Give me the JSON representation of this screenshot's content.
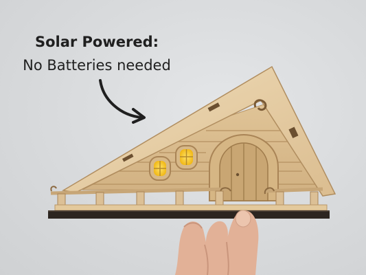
{
  "caption": {
    "title": "Solar Powered:",
    "subtitle": "No Batteries needed"
  },
  "palette": {
    "wall": "#d8dadc",
    "wood_light": "#ead3ab",
    "wood_mid": "#dcc096",
    "wood_dark": "#b99667",
    "base": "#2c2520",
    "window_glow": "#f5c215",
    "skin": "#e2b197",
    "text": "#1f1f1f"
  },
  "scene": {
    "subject": "laser-cut wooden fairy house with solar-lit windows held in a hand",
    "icons": [
      "curved-arrow-icon",
      "round-window-icon",
      "arched-door-icon"
    ]
  }
}
